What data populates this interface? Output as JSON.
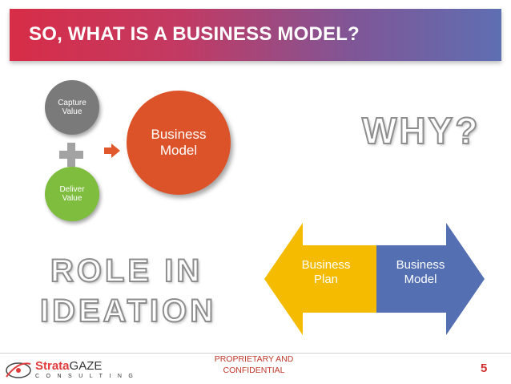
{
  "header": {
    "title": "SO, WHAT IS A BUSINESS MODEL?",
    "gradient_colors": [
      "#d72d47",
      "#7f5697",
      "#5e6fb2"
    ]
  },
  "diagram": {
    "capture_value": "Capture\nValue",
    "deliver_value": "Deliver\nValue",
    "business_model": "Business\nModel",
    "colors": {
      "capture": "#7a7a7a",
      "deliver": "#7fbd3f",
      "model": "#dd5329",
      "plus": "#a3a3a3"
    },
    "icons": [
      "plus-icon",
      "arrow-right-icon"
    ]
  },
  "why_text": "WHY?",
  "role_text": {
    "line1": "ROLE IN",
    "line2": "IDEATION"
  },
  "arrows": {
    "left_label": "Business\nPlan",
    "right_label": "Business\nModel",
    "colors": {
      "left": "#f5bb00",
      "right": "#5470b3"
    }
  },
  "footer": {
    "logo": {
      "strata": "Strata",
      "gaze": "GAZE",
      "sub": "CONSULTING"
    },
    "confidential": "PROPRIETARY AND\nCONFIDENTIAL",
    "page": "5"
  }
}
